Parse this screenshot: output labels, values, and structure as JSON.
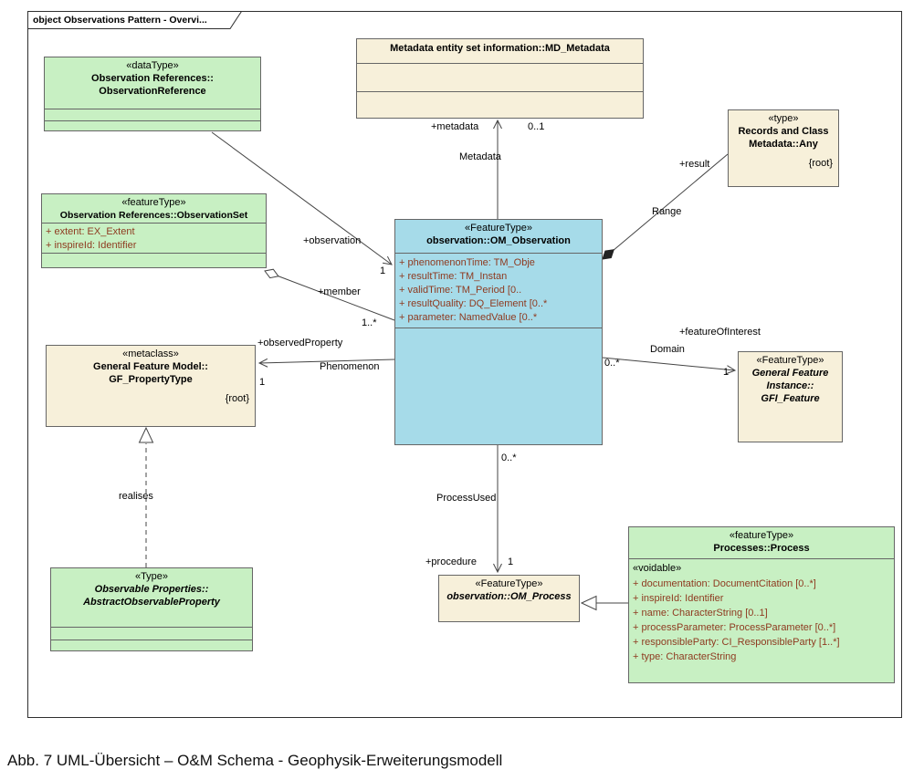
{
  "frame": {
    "label": "object Observations Pattern - Overvi..."
  },
  "caption": "Abb. 7 UML-Übersicht – O&M Schema - Geophysik-Erweiterungsmodell",
  "colors": {
    "class_green": "#c8f0c3",
    "class_beige": "#f7f0da",
    "class_cyan": "#a6dbe9",
    "attribute_text": "#8e3a20",
    "line": "#444444"
  },
  "classes": {
    "observation_reference": {
      "stereotype": "«dataType»",
      "name1": "Observation References::",
      "name2": "ObservationReference"
    },
    "md_metadata": {
      "name": "Metadata entity set information::MD_Metadata"
    },
    "records_any": {
      "stereotype": "«type»",
      "name1": "Records and Class",
      "name2": "Metadata::Any",
      "modifier": "{root}"
    },
    "observation_set": {
      "stereotype": "«featureType»",
      "name": "Observation References::ObservationSet",
      "attrs": [
        "+ extent: EX_Extent",
        "+ inspireId: Identifier"
      ]
    },
    "om_observation": {
      "stereotype": "«FeatureType»",
      "name": "observation::OM_Observation",
      "attrs": [
        "+ phenomenonTime: TM_Obje",
        "+ resultTime: TM_Instan",
        "+ validTime: TM_Period [0..",
        "+ resultQuality: DQ_Element [0..*",
        "+ parameter: NamedValue [0..*"
      ]
    },
    "gf_property_type": {
      "stereotype": "«metaclass»",
      "name1": "General Feature Model::",
      "name2": "GF_PropertyType",
      "modifier": "{root}"
    },
    "gfi_feature": {
      "stereotype": "«FeatureType»",
      "name1": "General Feature",
      "name2": "Instance::",
      "name3": "GFI_Feature"
    },
    "abstract_observable_property": {
      "stereotype": "«Type»",
      "name1": "Observable Properties::",
      "name2": "AbstractObservableProperty"
    },
    "om_process": {
      "stereotype": "«FeatureType»",
      "name": "observation::OM_Process"
    },
    "process": {
      "stereotype": "«featureType»",
      "name": "Processes::Process",
      "section_stereotype": "«voidable»",
      "attrs": [
        "+ documentation: DocumentCitation [0..*]",
        "+ inspireId: Identifier",
        "+ name: CharacterString [0..1]",
        "+ processParameter: ProcessParameter [0..*]",
        "+ responsibleParty: CI_ResponsibleParty [1..*]",
        "+ type: CharacterString"
      ]
    }
  },
  "connectors": {
    "observation": {
      "role": "+observation",
      "mult": "1"
    },
    "metadata": {
      "role": "+metadata",
      "mult": "0..1",
      "name": "Metadata"
    },
    "range": {
      "role": "+result",
      "name": "Range"
    },
    "member": {
      "role": "+member",
      "mult": "1..*"
    },
    "observed_property": {
      "role": "+observedProperty",
      "name": "Phenomenon",
      "mult": "1"
    },
    "domain": {
      "name": "Domain",
      "mult_source": "0..*",
      "role": "+featureOfInterest",
      "mult_target": "1"
    },
    "process_used": {
      "mult_source": "0..*",
      "name": "ProcessUsed",
      "role": "+procedure",
      "mult_target": "1"
    },
    "realises": {
      "name": "realises"
    }
  }
}
